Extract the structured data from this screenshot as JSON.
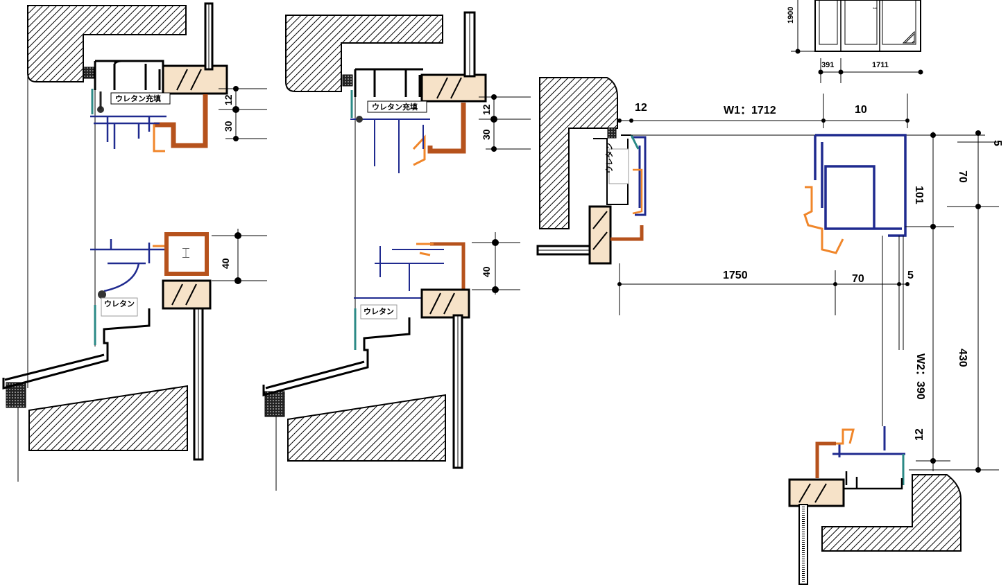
{
  "colors": {
    "frame_navy": "#1f2a8f",
    "trim_orange": "#f0862a",
    "trim_brown": "#b6521c",
    "glass_teal": "#2b8a86",
    "wood_fill": "#f6e2c8",
    "hatch": "#000000"
  },
  "left_section": {
    "urethane_fill_label": "ウレタン充填",
    "urethane_label": "ウレタン",
    "dim_12": "12",
    "dim_30": "30",
    "dim_40": "40"
  },
  "middle_section": {
    "urethane_fill_label": "ウレタン充填",
    "urethane_label": "ウレタン",
    "dim_12": "12",
    "dim_30": "30",
    "dim_40": "40"
  },
  "plan_section": {
    "urethane_label": "ウレタン",
    "dim_top_left": "12",
    "dim_w1": "W1：1712",
    "dim_top_right": "10",
    "dim_1750": "1750",
    "dim_70_bottom": "70",
    "dim_5_bottom": "5",
    "dim_5_right": "5",
    "dim_70_right": "70",
    "dim_101": "101",
    "dim_430": "430",
    "dim_w2": "W2：390",
    "dim_12_right": "12"
  },
  "elevation": {
    "dim_height": "1900",
    "dim_left": "391",
    "dim_right": "1711"
  }
}
